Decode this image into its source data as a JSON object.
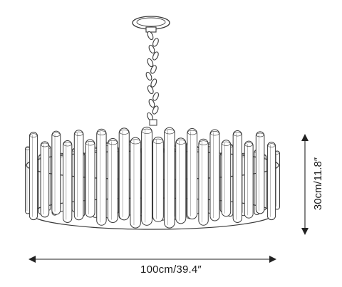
{
  "diagram": {
    "subject": "crystal tube round chandelier line drawing",
    "dimensions": {
      "width_label": "100cm/39.4″",
      "height_label": "30cm/11.8″"
    },
    "colors": {
      "line": "#3a3a3a",
      "tube_fill": "#ffffff",
      "background": "#ffffff"
    }
  }
}
